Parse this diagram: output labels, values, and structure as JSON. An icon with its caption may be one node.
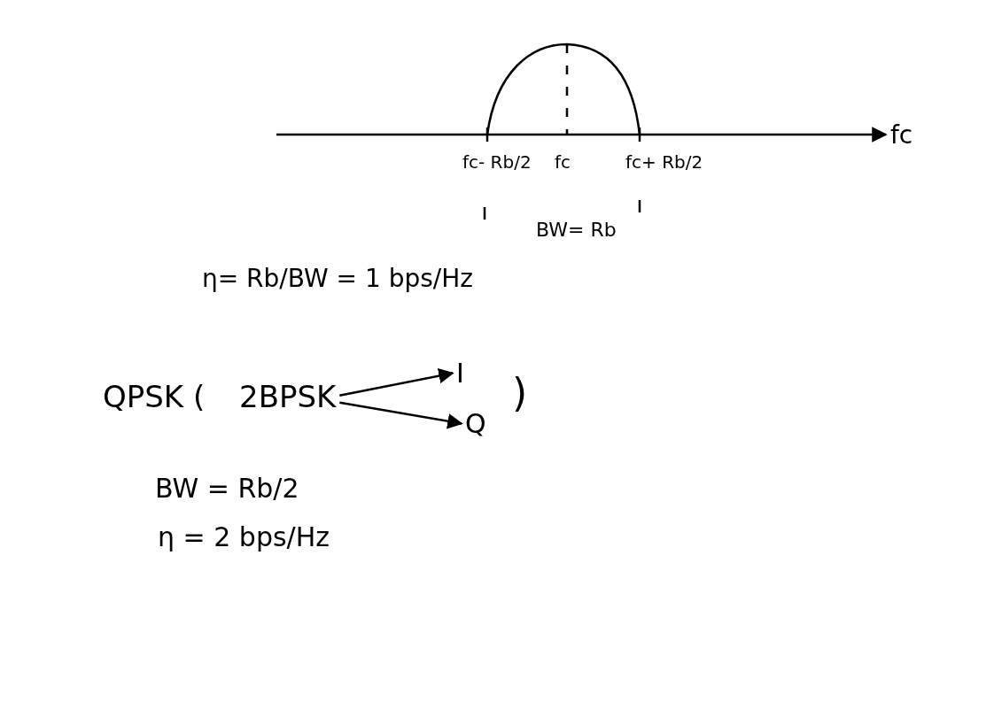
{
  "diagram": {
    "nodes": [
      {
        "text": [
          "2BPSK"
        ]
      },
      {
        "text": [
          "I"
        ]
      },
      {
        "text": [
          "Q"
        ]
      }
    ],
    "edges": [
      {
        "from": 0,
        "to": 1,
        "arrow": "to"
      },
      {
        "from": 0,
        "to": 2,
        "arrow": "to"
      }
    ],
    "labels": [
      "fc",
      "fc- Rb/2",
      "fc",
      "fc+ Rb/2",
      "BW= Rb",
      "η= Rb/BW = 1 bps/Hz",
      "QPSK (",
      ")",
      "BW = Rb/2",
      "η = 2 bps/Hz"
    ]
  }
}
